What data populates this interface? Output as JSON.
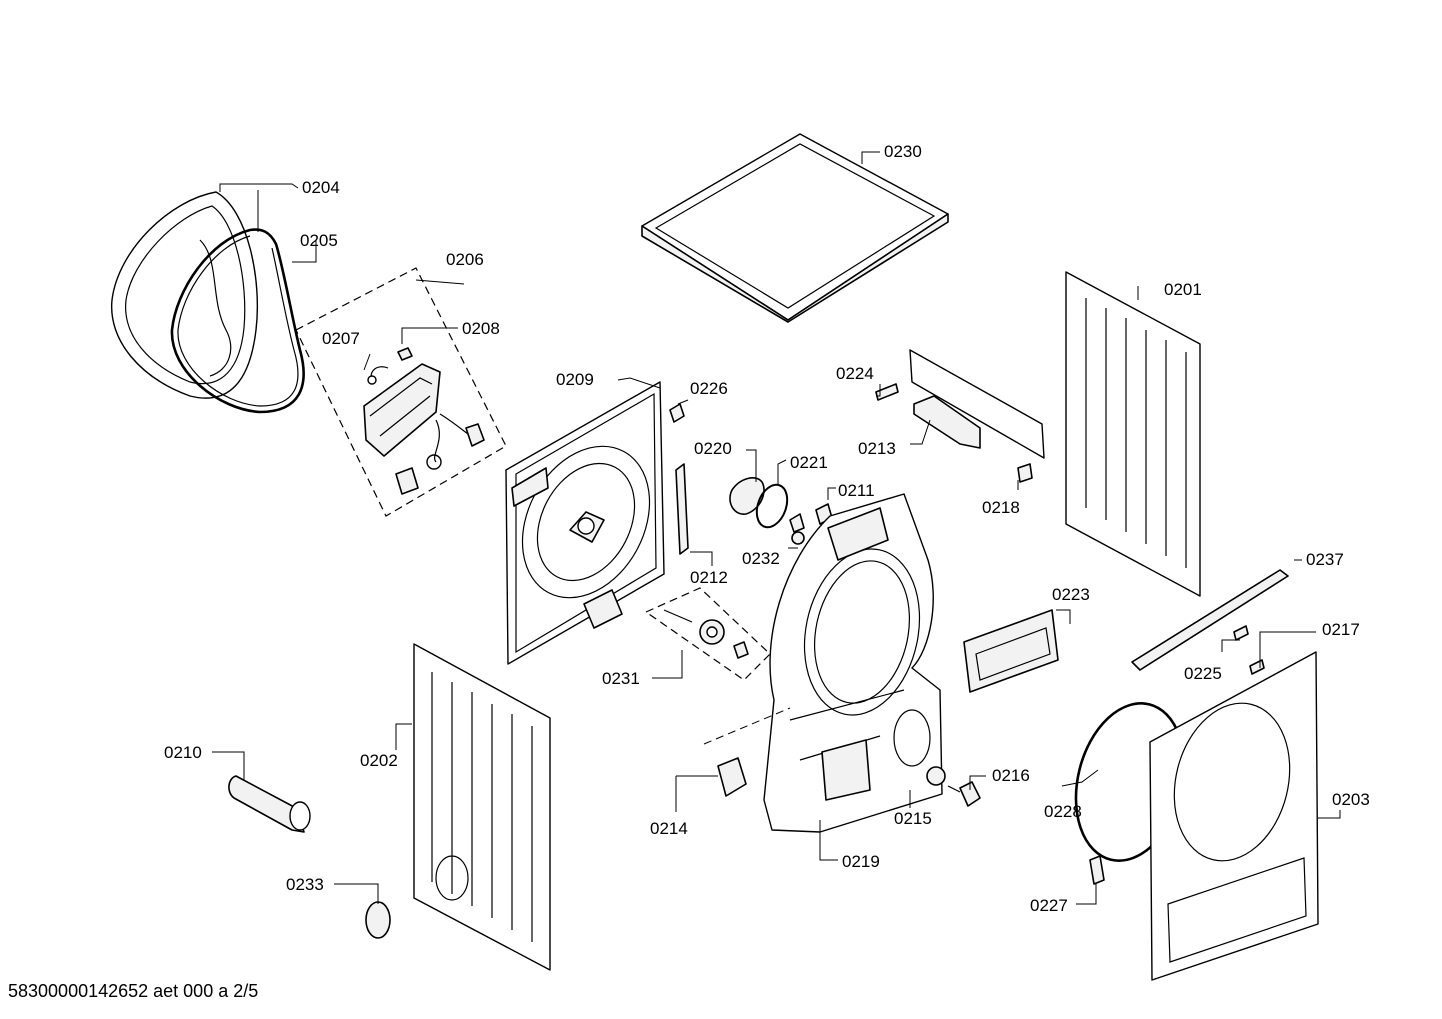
{
  "labels": {
    "p0201": "0201",
    "p0202": "0202",
    "p0203": "0203",
    "p0204": "0204",
    "p0205": "0205",
    "p0206": "0206",
    "p0207": "0207",
    "p0208": "0208",
    "p0209": "0209",
    "p0210": "0210",
    "p0211": "0211",
    "p0212": "0212",
    "p0213": "0213",
    "p0214": "0214",
    "p0215": "0215",
    "p0216": "0216",
    "p0217": "0217",
    "p0218": "0218",
    "p0219": "0219",
    "p0220": "0220",
    "p0221": "0221",
    "p0223": "0223",
    "p0224": "0224",
    "p0225": "0225",
    "p0226": "0226",
    "p0227": "0227",
    "p0228": "0228",
    "p0230": "0230",
    "p0231": "0231",
    "p0232": "0232",
    "p0233": "0233",
    "p0237": "0237"
  },
  "footer": {
    "document_id": "58300000142652 aet 000 a 2/5"
  }
}
